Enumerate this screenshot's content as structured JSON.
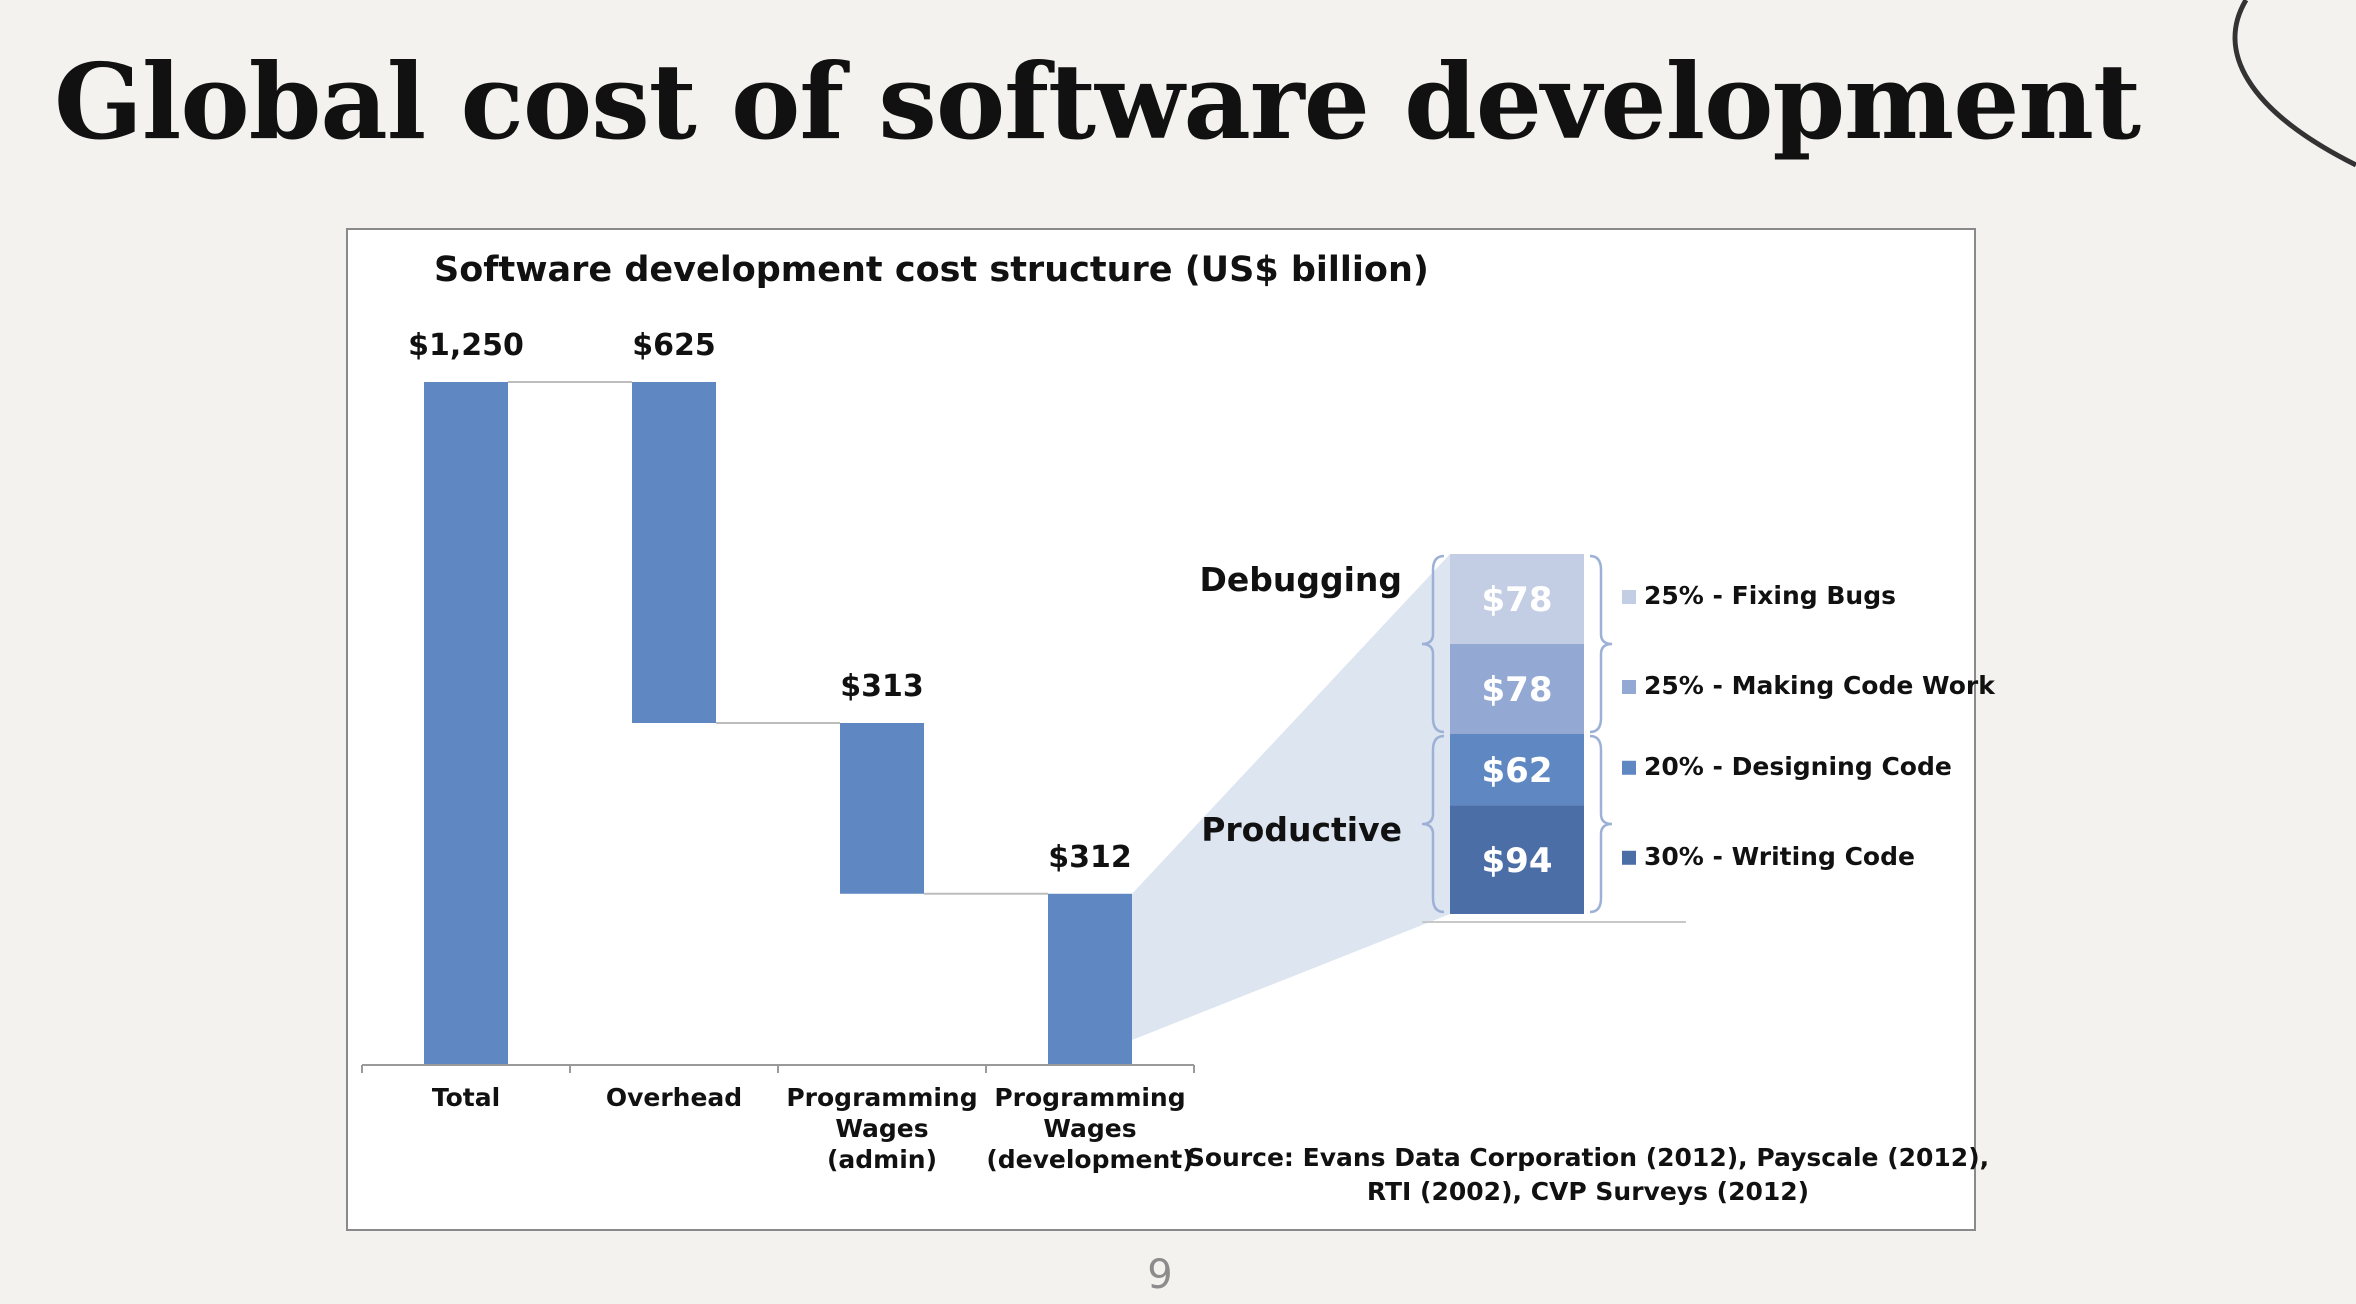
{
  "slide": {
    "title": "Global cost of software development",
    "page_number": "9"
  },
  "chart_data": {
    "type": "bar",
    "subtype": "waterfall-with-stacked-breakdown",
    "title": "Software development cost structure (US$ billion)",
    "categories": [
      "Total",
      "Overhead",
      "Programming Wages (admin)",
      "Programming Wages (development)"
    ],
    "category_lines": [
      [
        "Total"
      ],
      [
        "Overhead"
      ],
      [
        "Programming",
        "Wages",
        "(admin)"
      ],
      [
        "Programming",
        "Wages",
        "(development)"
      ]
    ],
    "values": [
      1250,
      625,
      313,
      312
    ],
    "value_labels": [
      "$1,250",
      "$625",
      "$313",
      "$312"
    ],
    "bar_color": "#5f87c1",
    "ylim": [
      0,
      1250
    ],
    "breakdown": {
      "source_category": "Programming Wages (development)",
      "segments": [
        {
          "label": "$94",
          "value": 94,
          "legend": "30% - Writing Code",
          "color": "#4c6ea6"
        },
        {
          "label": "$62",
          "value": 62,
          "legend": "20% - Designing Code",
          "color": "#5f87c1"
        },
        {
          "label": "$78",
          "value": 78,
          "legend": "25% - Making Code Work",
          "color": "#93a9d3"
        },
        {
          "label": "$78",
          "value": 78,
          "legend": "25% - Fixing Bugs",
          "color": "#c3cde3"
        }
      ],
      "groups": [
        {
          "label": "Productive",
          "segments": [
            0,
            1
          ]
        },
        {
          "label": "Debugging",
          "segments": [
            2,
            3
          ]
        }
      ]
    },
    "source": [
      "Source: Evans Data Corporation (2012), Payscale (2012),",
      "RTI (2002), CVP Surveys (2012)"
    ]
  }
}
